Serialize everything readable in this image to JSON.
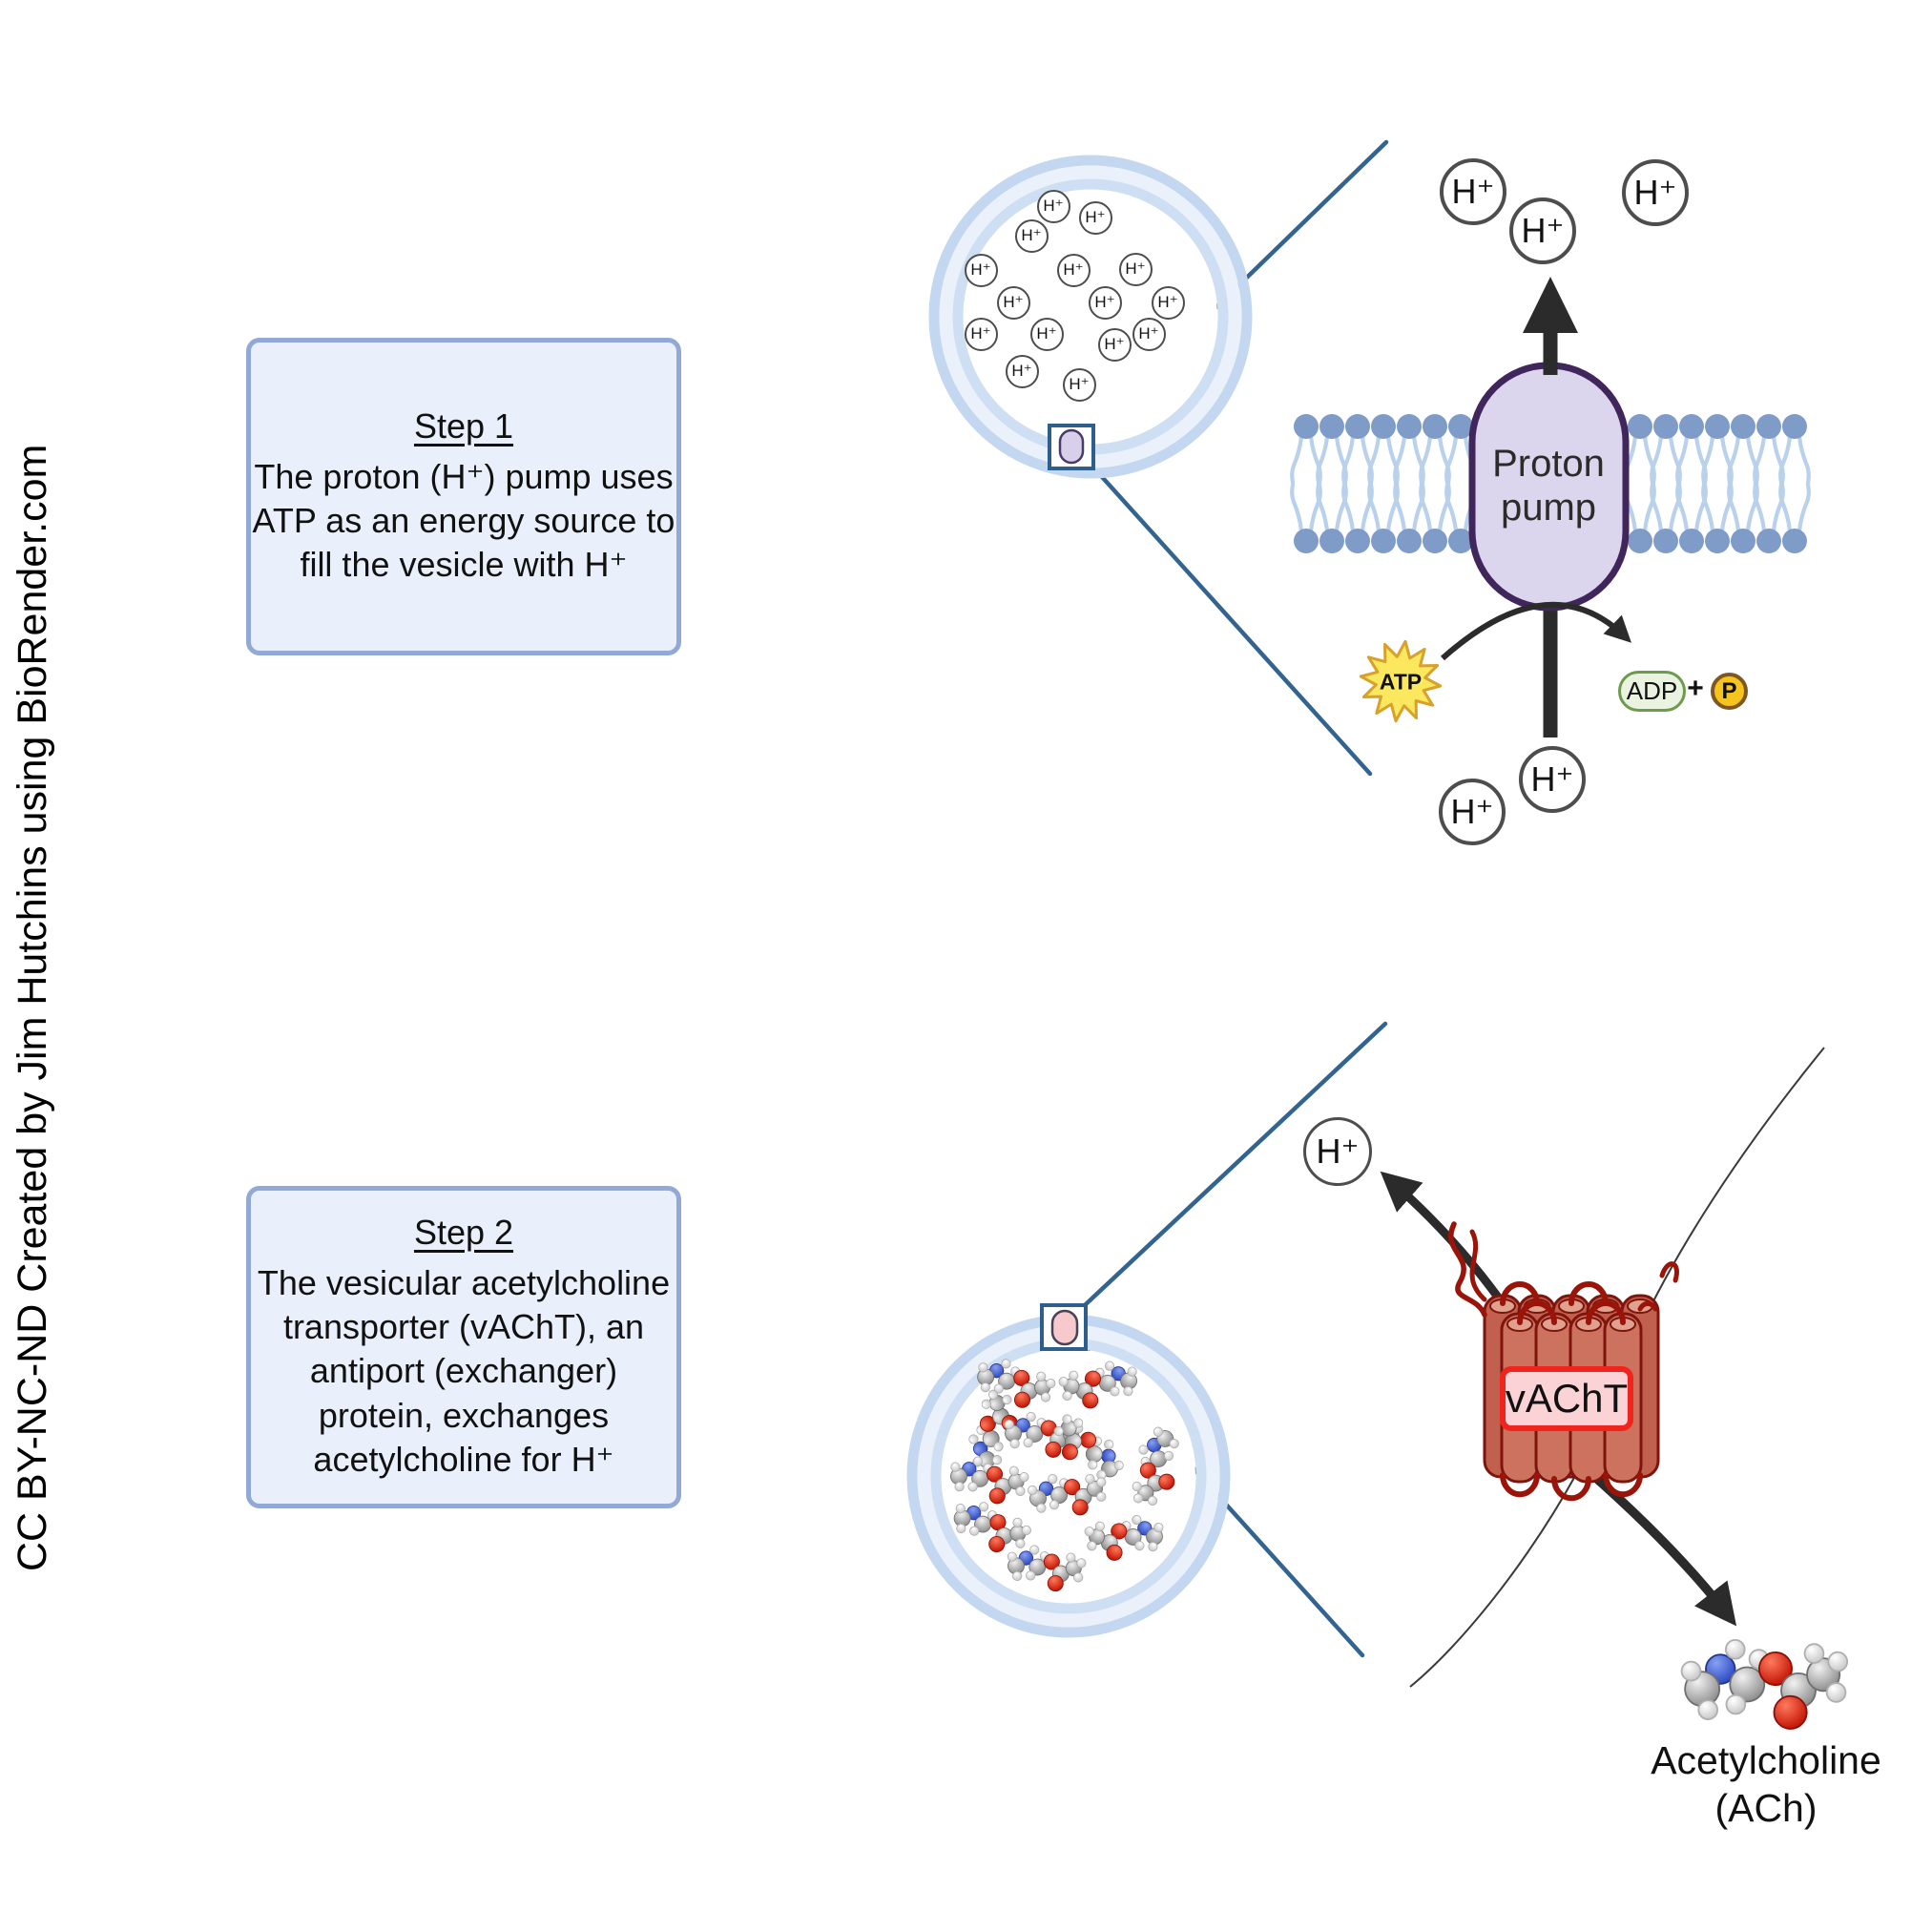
{
  "credit": "CC BY-NC-ND Created by Jim Hutchins using BioRender.com",
  "steps": [
    {
      "title": "Step 1",
      "body": "The proton (H⁺) pump uses\nATP as an energy source to\nfill the vesicle with H⁺"
    },
    {
      "title": "Step 2",
      "body": "The vesicular acetylcholine\ntransporter (vAChT), an\nantiport (exchanger)\nprotein, exchanges\nacetylcholine for H⁺"
    }
  ],
  "labels": {
    "h_plus": "H⁺",
    "proton_pump": "Proton\npump",
    "atp": "ATP",
    "adp": "ADP",
    "plus": "+",
    "phosphate": "P",
    "vacht": "vAChT",
    "acetylcholine": "Acetylcholine\n(ACh)"
  },
  "counts": {
    "vesicle1_h_plus_inside": 15,
    "free_h_plus_above_pump": 3,
    "free_h_plus_below_pump": 2,
    "free_h_plus_step2": 1,
    "vesicle2_ach_molecules": 11
  },
  "colors": {
    "box_fill": "#EAF0FB",
    "box_border": "#92A9D6",
    "vesicle_ring_outer": "#C3D8F0",
    "vesicle_band": "#EAF1FA",
    "vesicle_ring_inner": "#CEDFF4",
    "membrane_head": "#7E9CC7",
    "membrane_tail": "#B9D1ED",
    "pump_fill": "#DCD5EE",
    "pump_border": "#41265C",
    "atp_star_fill": "#FBE85F",
    "atp_star_border": "#D7A12B",
    "adp_fill": "#E9F3DF",
    "adp_border": "#6C9B4D",
    "p_fill": "#F6C51D",
    "p_border": "#805621",
    "vacht_body": "#C96B5D",
    "vacht_outline": "#7E150D",
    "vacht_loops": "#9A1409",
    "vacht_label_fill": "#FBD3D6",
    "vacht_label_border": "#F0241C",
    "zoom_line": "#33648F",
    "arrow": "#2B2B2B"
  }
}
